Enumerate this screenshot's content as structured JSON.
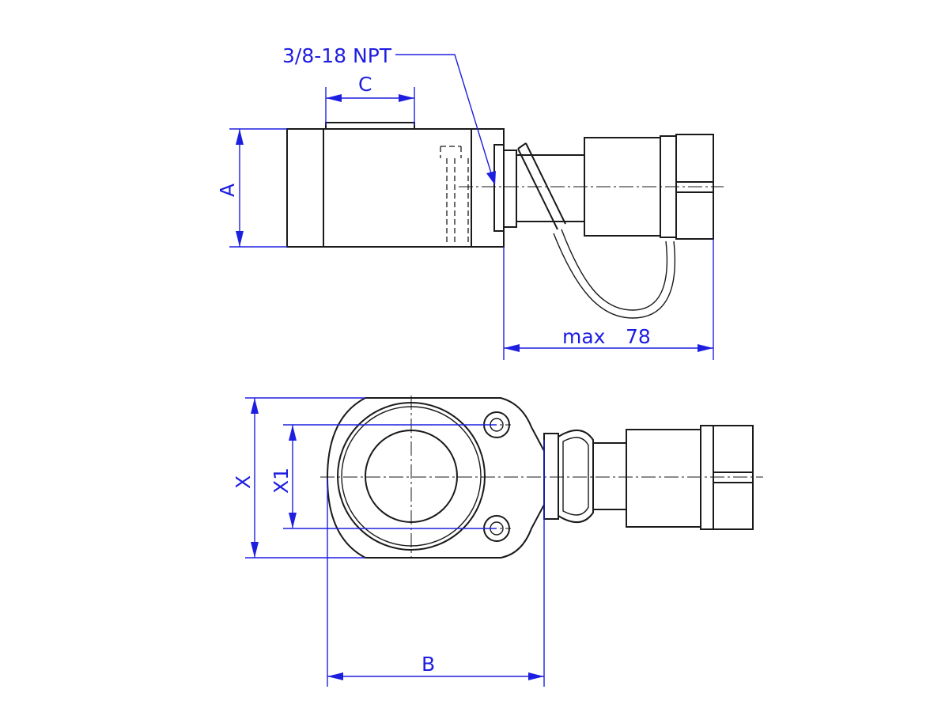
{
  "colors": {
    "part_lines": "#1a1a1a",
    "dimension_lines": "#1e1ee0",
    "background": "#ffffff"
  },
  "side_view": {
    "port_label": "3/8-18 NPT",
    "dim_c": "C",
    "dim_a": "A",
    "dim_max_word": "max",
    "dim_max_value": "78"
  },
  "top_view": {
    "dim_x": "X",
    "dim_x1": "X1",
    "dim_b": "B"
  }
}
